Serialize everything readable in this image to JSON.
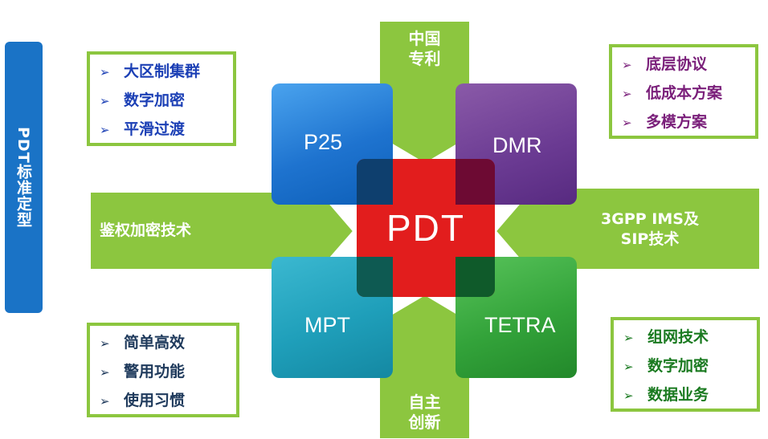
{
  "banner": {
    "text": "PDT标准定型"
  },
  "center": {
    "label": "PDT"
  },
  "squares": {
    "p25": "P25",
    "dmr": "DMR",
    "mpt": "MPT",
    "tetra": "TETRA"
  },
  "arrows": {
    "top": {
      "line1": "中国",
      "line2": "专利"
    },
    "bottom": {
      "line1": "自主",
      "line2": "创新"
    },
    "left": {
      "text": "鉴权加密技术"
    },
    "right": {
      "line1": "3GPP IMS及",
      "line2": "SIP技术"
    }
  },
  "boxes": {
    "top_left": [
      "大区制集群",
      "数字加密",
      "平滑过渡"
    ],
    "top_right": [
      "底层协议",
      "低成本方案",
      "多模方案"
    ],
    "bottom_left": [
      "简单高效",
      "警用功能",
      "使用习惯"
    ],
    "bottom_right": [
      "组网技术",
      "数字加密",
      "数据业务"
    ]
  },
  "bullet_marker": "➢",
  "colors": {
    "arrow_fill": "#8cc63f",
    "banner": "#1a73c6",
    "pdt": "#e21d1d"
  }
}
